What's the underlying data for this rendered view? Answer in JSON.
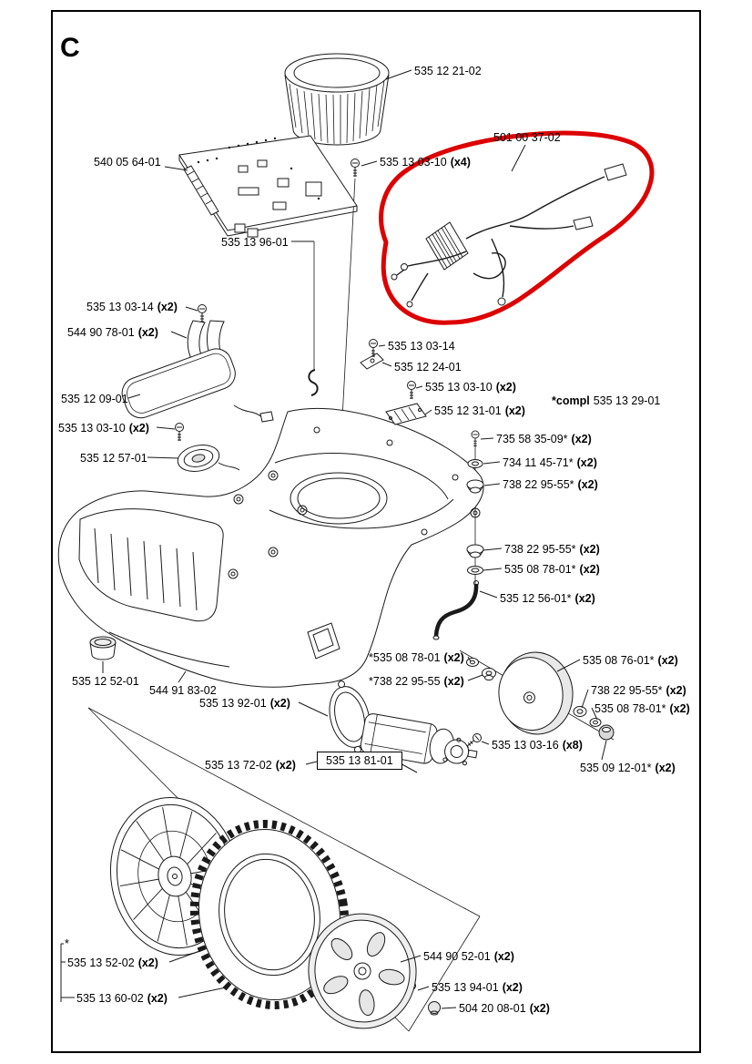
{
  "page": {
    "section_letter": "C"
  },
  "colors": {
    "line": "#1a1a1a",
    "highlight": "#dd0000"
  },
  "labels": [
    {
      "pre": "",
      "num": "535 12 21-02",
      "qty": ""
    },
    {
      "pre": "",
      "num": "540 05 64-01",
      "qty": ""
    },
    {
      "pre": "",
      "num": "535 13 03-10",
      "qty": "(x4)"
    },
    {
      "pre": "",
      "num": "501 00 37-02",
      "qty": ""
    },
    {
      "pre": "",
      "num": "535 13 96-01",
      "qty": ""
    },
    {
      "pre": "",
      "num": "535 13 03-14",
      "qty": "(x2)"
    },
    {
      "pre": "",
      "num": "544 90 78-01",
      "qty": "(x2)"
    },
    {
      "pre": "",
      "num": "535 13 03-14",
      "qty": ""
    },
    {
      "pre": "",
      "num": "535 12 24-01",
      "qty": ""
    },
    {
      "pre": "",
      "num": "535 12 09-01",
      "qty": ""
    },
    {
      "pre": "",
      "num": "535 13 03-10",
      "qty": "(x2)"
    },
    {
      "pre": "",
      "num": "535 12 31-01",
      "qty": "(x2)"
    },
    {
      "pre": "*compl",
      "num": "535 13 29-01",
      "qty": ""
    },
    {
      "pre": "",
      "num": "535 13 03-10",
      "qty": "(x2)"
    },
    {
      "pre": "",
      "num": "535 12 57-01",
      "qty": ""
    },
    {
      "pre": "",
      "num": "735 58 35-09*",
      "qty": "(x2)"
    },
    {
      "pre": "",
      "num": "734 11 45-71*",
      "qty": "(x2)"
    },
    {
      "pre": "",
      "num": "738 22 95-55*",
      "qty": "(x2)"
    },
    {
      "pre": "",
      "num": "738 22 95-55*",
      "qty": "(x2)"
    },
    {
      "pre": "",
      "num": "535 08 78-01*",
      "qty": "(x2)"
    },
    {
      "pre": "",
      "num": "535 12 56-01*",
      "qty": "(x2)"
    },
    {
      "pre": "",
      "num": "*535 08 78-01",
      "qty": "(x2)"
    },
    {
      "pre": "",
      "num": "*738 22 95-55",
      "qty": "(x2)"
    },
    {
      "pre": "",
      "num": "535 08 76-01*",
      "qty": "(x2)"
    },
    {
      "pre": "",
      "num": "738 22 95-55*",
      "qty": "(x2)"
    },
    {
      "pre": "",
      "num": "535 08 78-01*",
      "qty": "(x2)"
    },
    {
      "pre": "",
      "num": "535 13 03-16",
      "qty": "(x8)"
    },
    {
      "pre": "",
      "num": "535 09 12-01*",
      "qty": "(x2)"
    },
    {
      "pre": "",
      "num": "535 12 52-01",
      "qty": ""
    },
    {
      "pre": "",
      "num": "544 91 83-02",
      "qty": ""
    },
    {
      "pre": "",
      "num": "535 13 92-01",
      "qty": "(x2)"
    },
    {
      "pre": "",
      "num": "535 13 72-02",
      "qty": "(x2)"
    },
    {
      "pre": "",
      "num": "535 13 81-01",
      "qty": ""
    },
    {
      "pre": "",
      "num": "544 90 52-01",
      "qty": "(x2)"
    },
    {
      "pre": "",
      "num": "535 13 94-01",
      "qty": "(x2)"
    },
    {
      "pre": "",
      "num": "504 20 08-01",
      "qty": "(x2)"
    },
    {
      "pre": "",
      "num": "535 13 52-02",
      "qty": "(x2)"
    },
    {
      "pre": "",
      "num": "535 13 60-02",
      "qty": "(x2)"
    },
    {
      "pre": "",
      "num": "*",
      "qty": ""
    }
  ]
}
